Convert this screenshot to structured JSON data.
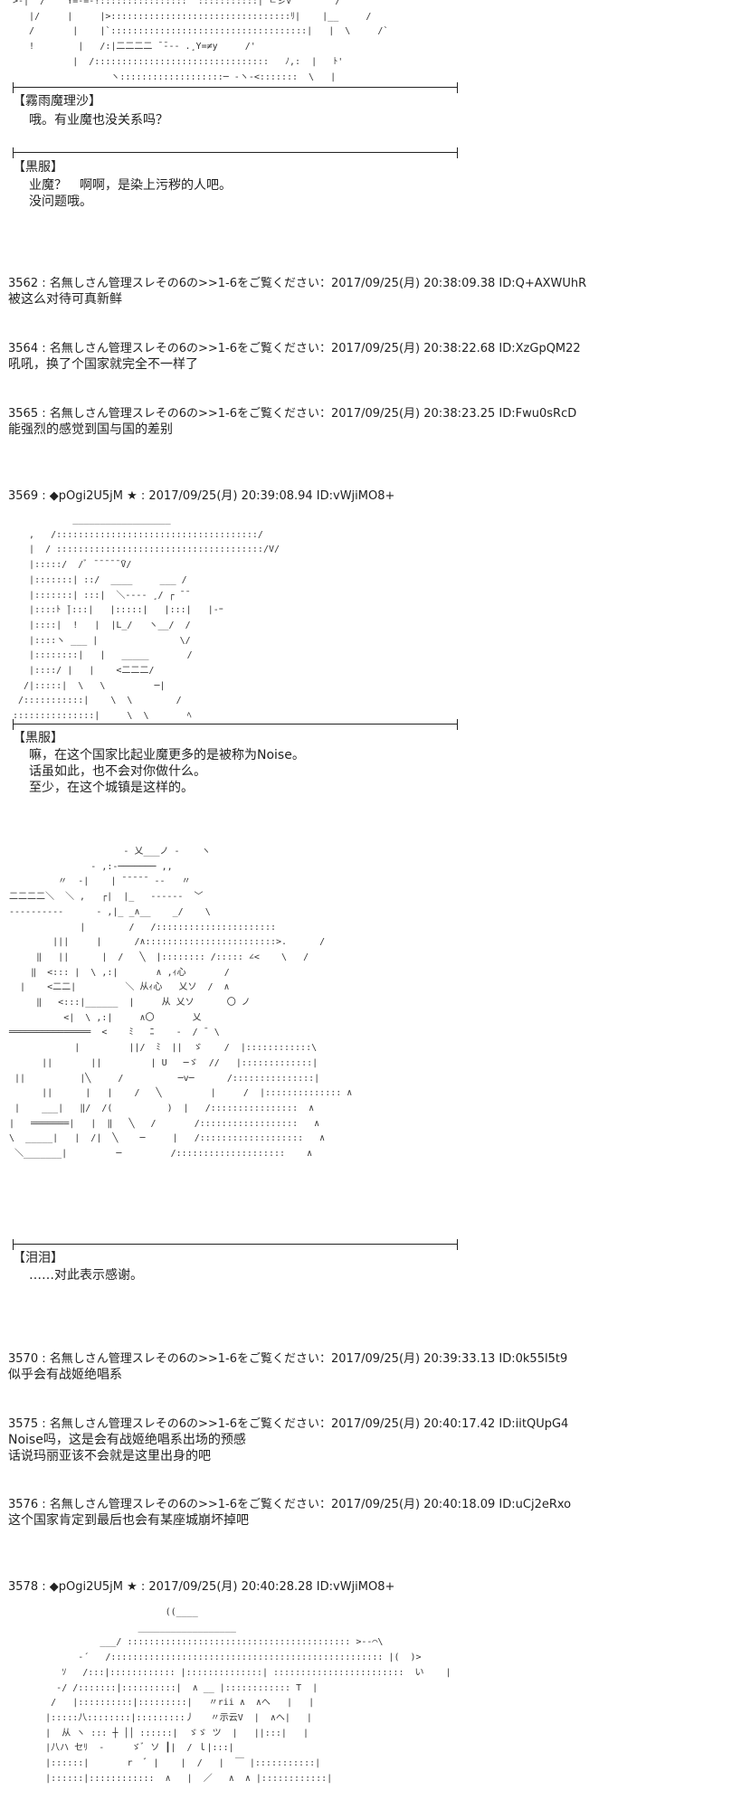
{
  "aa_blocks": {
    "top": ">-|  /    Y=-=-!::::::::::::::::¨¨:::::::::::| ㄴ彡V        /\n   |/     |     |>:::::::::::::::::::::::::::::::::ﾘ|    |__     /\n   /       |    |`::::::::::::::::::::::::::::::::::::|   |  \\     /`\n   !        |   /:|二二二二 ̄ ̄--- .¸Y=≠y     /'\n           |  /::::::::::::::::::::::::::::::::   ﾉ,:  |   ﾄ'\n                  ヽ:::::::::::::::::::─ ‐ヽ‐<:::::::  \\   |",
    "kurofuku": "           __________________\n   ,   /:::::::::::::::::::::::::::::::::::::/ \n   |  / ::::::::::::::::::::::::::::::::::::::/V/\n   |:::::/  /ﾞ ̄ ̄ ̄ ̄ ̄ ̄V/\n   |:::::::| ::/  ____     ___ /\n   |:::::::| :::|  ＼‐‐‐‐ ¸/ ┌ ̄ ̄\n   |::::ﾄ ̄|:::|   |:::::|   |:::|   |-ｰ\n   |::::|  !   |  |L_/   ヽ__/  /\n   |::::ヽ ___ |               \\/\n   |::::::::|   |   _____       /\n   |::::/ |   |    <二二二/\n  /|:::::|  \\   \\         ─|\n /:::::::::::|    \\  \\        /\n:::::::::::::::|     \\  \\       ﾍ",
    "namida": "                     ‐ 乂___ノ ‐    ヽ\n               ‐ ,:‐─────── ,,\n         〃  ‐|    | ̄ ̄ ̄ ̄ ̄  ‐‐   〃\n二二二二＼  ＼ ,   ┌|  |_   ‐‐‐‐‐‐  ﹀\n‐‐‐‐‐‐‐‐‐‐      ‐ ,|_ _∧__    _/    \\\n             |        /   /::::::::::::::::::::::\n        |||     |      /∧::::::::::::::::::::::::>.      /\n     ‖   ||      |  /   ╲  |:::::::: /::::: ∠<    \\   /\n    ‖  <::: |  \\ ,:|       ∧ ,ｨ心       /\n  |    <二二|         ＼ 从ｨ心   乂ソ  /  ∧ \n     ‖   <:::|______  |     从 乂ソ      〇 ノ\n          <|  \\ ,:|     ∧〇       乂\n═══════════════  <    ﾐ   ﾆ    -  / ̄  \\\n            |         ||/  ﾐ  ||  ゞ    /  |::::::::::::\\\n      ||       ||         | U   ─ゞ  //   |:::::::::::::|\n ||          |╲     /          ─v─      /:::::::::::::::|\n      ||      |   |    /   ╲         |     /  |:::::::::::::: ∧\n |    ___|   ‖/  /(          )  |   /::::::::::::::::  ∧\n|   ═══════|   |  ‖   ╲   /       /::::::::::::::::::   ∧\n\\  _____|   |  /|  ╲    ─     |   /:::::::::::::::::::   ∧\n ＼_______|         ─         /::::::::::::::::::::    ∧",
    "bottom": "                             ((____\n                        __________________\n                 ___/ ::::::::::::::::::::::::::::::::::::::::: >‐‐⌒\\\n             ‐´   /:::::::::::::::::::::::::::::::::::::::::::::::::: |(  )>\n          ｿ   /:::|:::::::::::: |::::::::::::::| ::::::::::::::::::::::::  い    |\n         ‐/ /:::::::|::::::::::|  ∧ __ |:::::::::::: T  |\n        /   |::::::::::|:::::::::|   〃rii ∧  ∧へ   |   |\n       |:::::八::::::::|:::::::::丿   〃示云V  |  ∧へ|   |\n       |  从 ヽ ::: ┼ ││ ::::::|  ゞゞ ツ  |   ||:::|   |\n       |八ハ セﾘ  ‐     ゞﾞ ソ ┃|  / ｌ|:::|\n       |::::::|       r  ﾞ |    |  /   |  ￣ |:::::::::::|\n       |::::::|::::::::::::  ∧   |  ／   ∧  ∧ |::::::::::::|"
  },
  "dialogues": [
    {
      "speaker": "【霧雨魔理沙】",
      "lines": [
        "哦。有业魔也没关系吗？"
      ]
    },
    {
      "speaker": "【黒服】",
      "lines": [
        "业魔？　啊啊，是染上污秽的人吧。",
        "没问题哦。"
      ]
    },
    {
      "speaker": "【黒服】",
      "lines": [
        "嘛，在这个国家比起业魔更多的是被称为Noise。",
        "话虽如此，也不会对你做什么。",
        "至少，在这个城镇是这样的。"
      ]
    },
    {
      "speaker": "【泪泪】",
      "lines": [
        "……对此表示感谢。"
      ]
    }
  ],
  "posts": [
    {
      "header": "3562 : 名無しさん管理スレその6の>>1-6をご覧ください：2017/09/25(月) 20:38:09.38 ID:Q+AXWUhR",
      "lines": [
        "被这么对待可真新鲜"
      ]
    },
    {
      "header": "3564 : 名無しさん管理スレその6の>>1-6をご覧ください：2017/09/25(月) 20:38:22.68 ID:XzGpQM22",
      "lines": [
        "吼吼，换了个国家就完全不一样了"
      ]
    },
    {
      "header": "3565 : 名無しさん管理スレその6の>>1-6をご覧ください：2017/09/25(月) 20:38:23.25 ID:Fwu0sRcD",
      "lines": [
        "能强烈的感觉到国与国的差别"
      ]
    },
    {
      "header": "3569 : ◆pOgi2U5jM ★ : 2017/09/25(月) 20:39:08.94 ID:vWjiMO8+",
      "lines": []
    },
    {
      "header": "3570 : 名無しさん管理スレその6の>>1-6をご覧ください：2017/09/25(月) 20:39:33.13 ID:0k55l5t9",
      "lines": [
        "似乎会有战姬绝唱系"
      ]
    },
    {
      "header": "3575 : 名無しさん管理スレその6の>>1-6をご覧ください：2017/09/25(月) 20:40:17.42 ID:iitQUpG4",
      "lines": [
        "Noise吗，这是会有战姬绝唱系出场的预感",
        "话说玛丽亚该不会就是这里出身的吧"
      ]
    },
    {
      "header": "3576 : 名無しさん管理スレその6の>>1-6をご覧ください：2017/09/25(月) 20:40:18.09 ID:uCj2eRxo",
      "lines": [
        "这个国家肯定到最后也会有某座城崩坏掉吧"
      ]
    },
    {
      "header": "3578 : ◆pOgi2U5jM ★ : 2017/09/25(月) 20:40:28.28 ID:vWjiMO8+",
      "lines": []
    }
  ]
}
